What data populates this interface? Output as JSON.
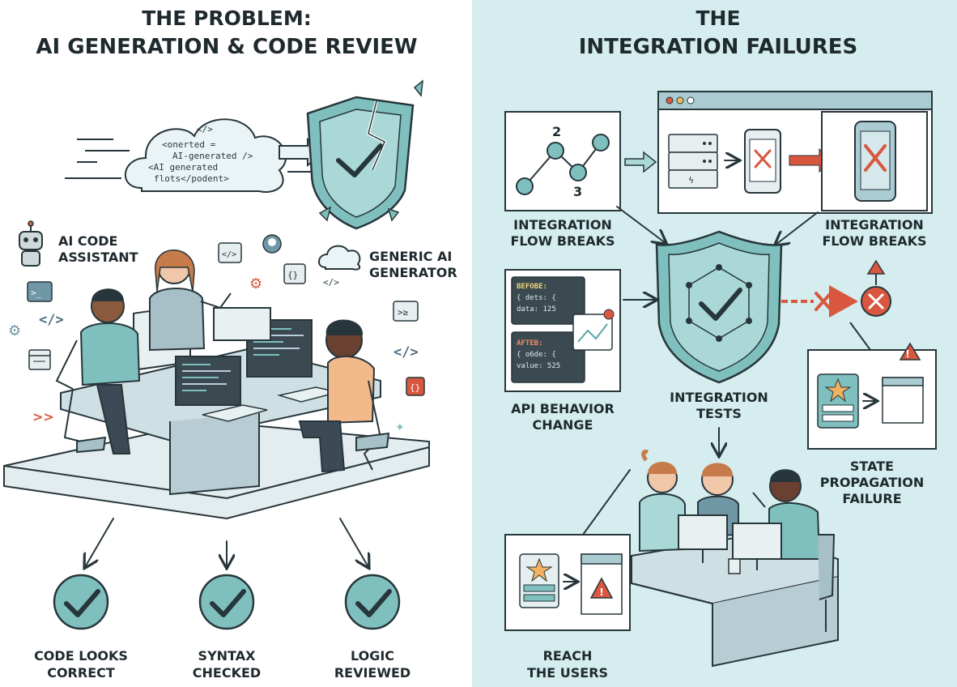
{
  "left": {
    "title_line1": "THE PROBLEM:",
    "title_line2": "AI GENERATION & CODE REVIEW",
    "cloud_code": {
      "line1": "</>",
      "line2": "<onerted =",
      "line3": "AI-generated />",
      "line4": "<AI generated",
      "line5": "flots</podent>"
    },
    "ai_code_assistant_line1": "AI CODE",
    "ai_code_assistant_line2": "ASSISTANT",
    "generic_ai_line1": "GENERIC AI",
    "generic_ai_line2": "GENERATOR",
    "checks": [
      {
        "line1": "CODE LOOKS",
        "line2": "CORRECT"
      },
      {
        "line1": "SYNTAX",
        "line2": "CHECKED"
      },
      {
        "line1": "LOGIC",
        "line2": "REVIEWED"
      }
    ]
  },
  "right": {
    "title_line1": "THE",
    "title_line2": "INTEGRATION FAILURES",
    "flow_numbers": {
      "top": "2",
      "bottom": "3"
    },
    "flow_label_left_line1": "INTEGRATION",
    "flow_label_left_line2": "FLOW BREAKS",
    "flow_label_right_line1": "INTEGRATION",
    "flow_label_right_line2": "FLOW BREAKS",
    "api_before_title": "BEFOBE:",
    "api_before_l1": "{ dets: {",
    "api_before_l2": "  data: 125",
    "api_after_title": "AFTEB:",
    "api_after_l1": "{ o6de: {",
    "api_after_l2": "  value: 525",
    "api_label_line1": "API BEHAVIOR",
    "api_label_line2": "CHANGE",
    "tests_label_line1": "INTEGRATION",
    "tests_label_line2": "TESTS",
    "state_label_line1": "STATE",
    "state_label_line2": "PROPAGATION",
    "state_label_line3": "FAILURE",
    "reach_label_line1": "REACH",
    "reach_label_line2": "THE USERS"
  },
  "colors": {
    "right_bg": "#d5edee",
    "teal": "#7fc0bf",
    "teal_dark": "#5aa6a5",
    "red": "#d9573f",
    "ink": "#27363b"
  }
}
